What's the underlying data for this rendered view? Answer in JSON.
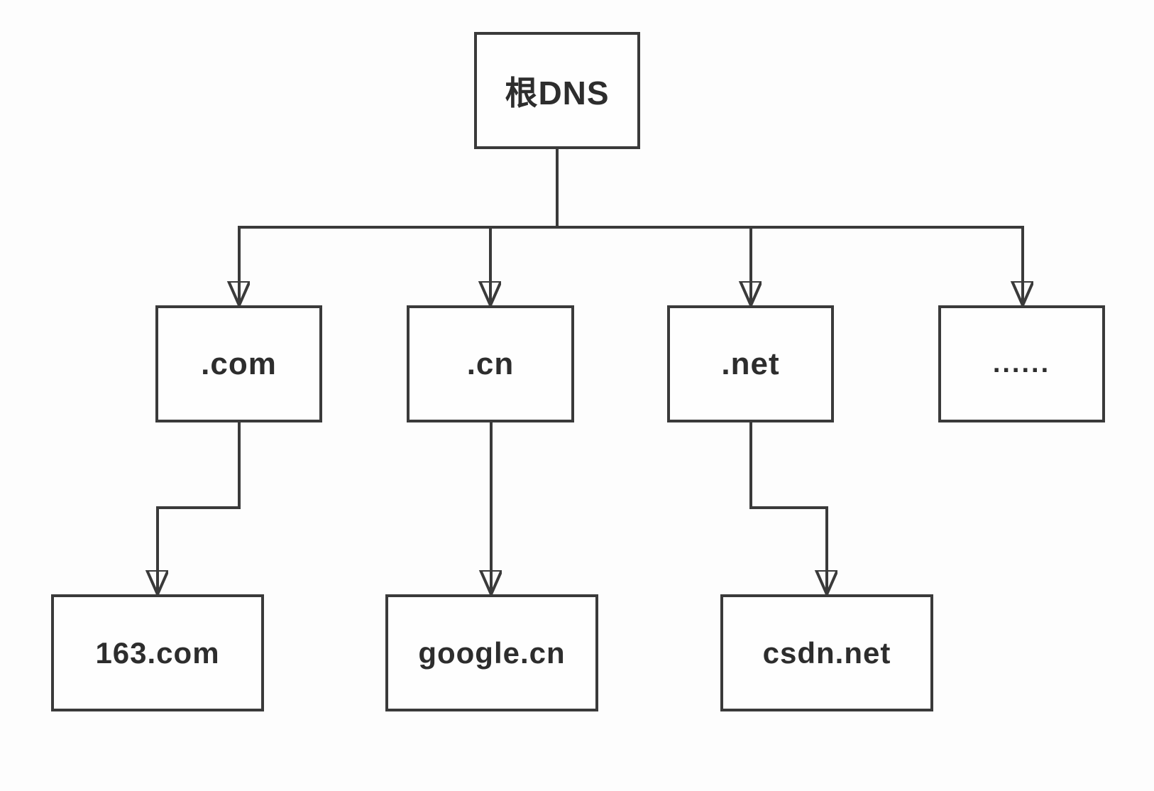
{
  "diagram": {
    "type": "tree",
    "description_colors": {
      "line": "#3a3a3a",
      "text": "#2d2d2d",
      "background": "#fdfdfd"
    }
  },
  "nodes": {
    "root": {
      "label": "根DNS"
    },
    "com": {
      "label": ".com"
    },
    "cn": {
      "label": ".cn"
    },
    "net": {
      "label": ".net"
    },
    "more": {
      "label": "......"
    },
    "site163": {
      "label": "163.com"
    },
    "google": {
      "label": "google.cn"
    },
    "csdn": {
      "label": "csdn.net"
    }
  },
  "edges": [
    {
      "from": "root",
      "to": "com"
    },
    {
      "from": "root",
      "to": "cn"
    },
    {
      "from": "root",
      "to": "net"
    },
    {
      "from": "root",
      "to": "more"
    },
    {
      "from": "com",
      "to": "site163"
    },
    {
      "from": "cn",
      "to": "google"
    },
    {
      "from": "net",
      "to": "csdn"
    }
  ]
}
